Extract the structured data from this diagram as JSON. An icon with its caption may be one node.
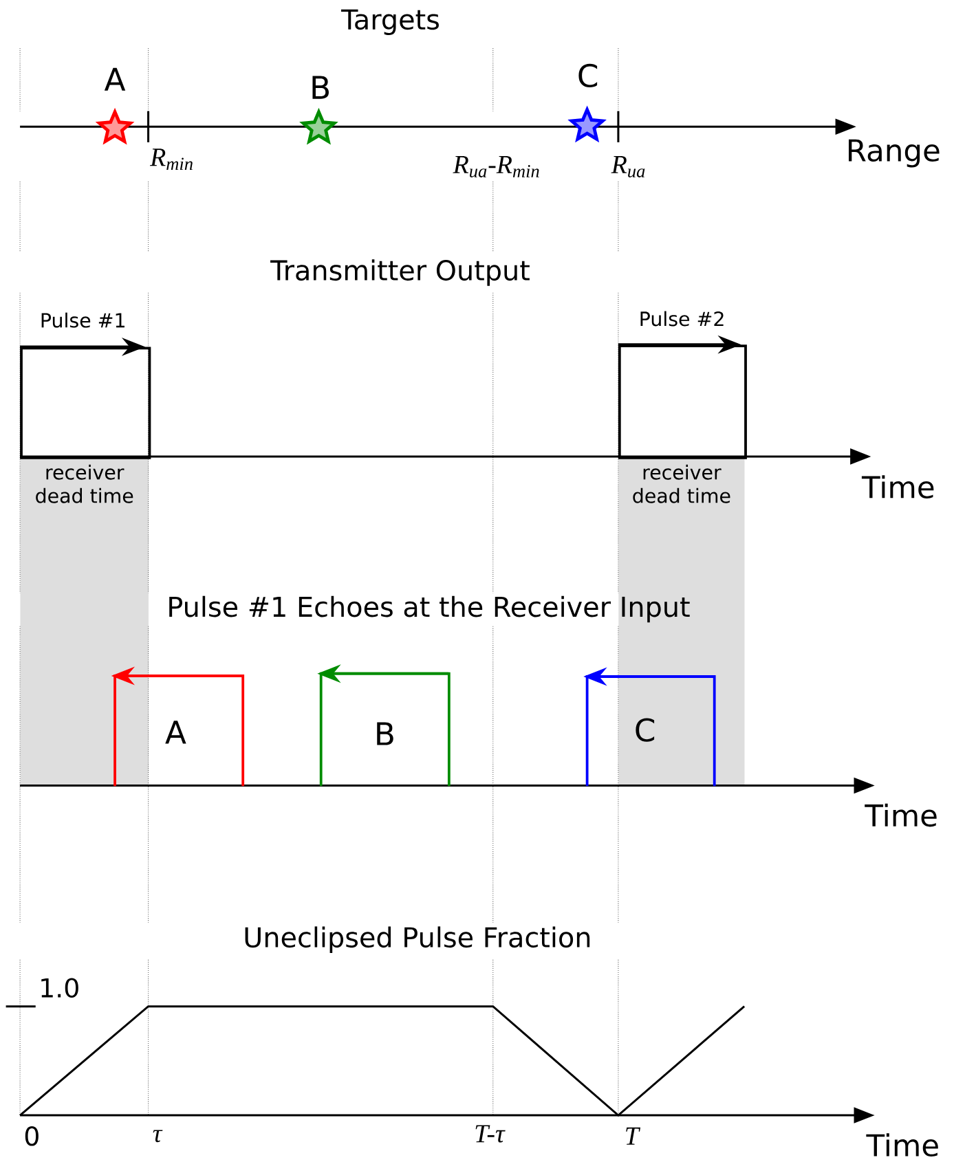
{
  "diagram": {
    "nodes": [
      {
        "text": [
          "A"
        ]
      },
      {
        "text": [
          "B"
        ]
      },
      {
        "text": [
          "C"
        ]
      },
      {
        "text": [
          "Pulse #1"
        ]
      },
      {
        "text": [
          "Pulse #2"
        ]
      },
      {
        "text": [
          "receiver dead time"
        ]
      },
      {
        "text": [
          "receiver dead time"
        ]
      },
      {
        "text": [
          "A"
        ]
      },
      {
        "text": [
          "B"
        ]
      },
      {
        "text": [
          "C"
        ]
      }
    ],
    "labels": [
      "Targets",
      "R$_{min}$",
      "R$_{ua}$-R$_{min}$",
      "R$_{ua}$",
      "Range",
      "Transmitter Output",
      "Time",
      "Pulse #1 Echoes at the Receiver Input",
      "Time",
      "Uneclipsed Pulse Fraction",
      "1.0",
      "0",
      "τ",
      "T-τ",
      "T",
      "Time"
    ]
  }
}
